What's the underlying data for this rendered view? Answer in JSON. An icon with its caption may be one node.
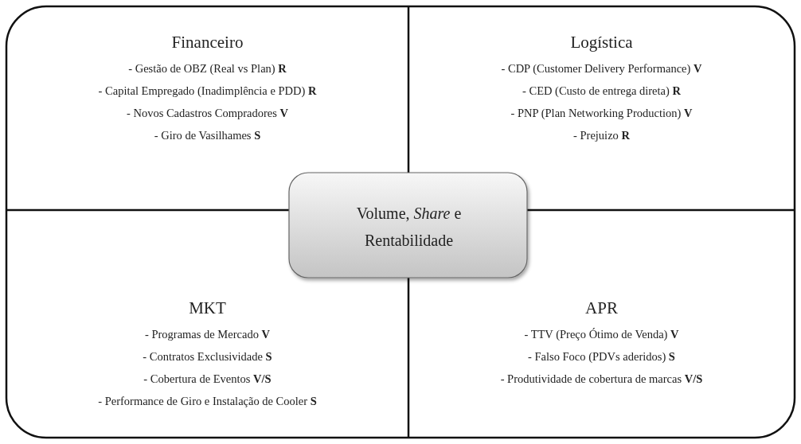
{
  "diagram": {
    "nodes": [
      {
        "text": [],
        "shape": "box"
      },
      {
        "text": [
          "Financeiro",
          "- Gestão de OBZ (Real vs Plan) **R**",
          "- Capital Empregado (Inadimplência e PDD) **R**",
          "- Novos Cadastros Compradores **V**",
          "- Giro de Vasilhames **S**"
        ],
        "in": 0
      },
      {
        "text": [
          "Logística",
          "- CDP (Customer Delivery Performance) **V**",
          "- CED (Custo de entrega direta) **R**",
          "- PNP (Plan Networking Production) **V**",
          "- Prejuizo **R**"
        ],
        "in": 0
      },
      {
        "text": [
          "Volume, *Share* e Rentabilidade"
        ],
        "in": 0
      },
      {
        "text": [
          "MKT",
          "- Programas de Mercado **V**",
          "- Contratos Exclusividade **S**",
          "- Cobertura de Eventos **V/S**",
          "- Performance de Giro e Instalação de Cooler **S**"
        ],
        "in": 0
      },
      {
        "text": [
          "APR",
          "- TTV (Preço Ótimo de Venda) **V**",
          "- Falso Foco (PDVs aderidos) **S**",
          "- Produtividade de cobertura de marcas **V/S**"
        ],
        "in": 0
      }
    ]
  }
}
